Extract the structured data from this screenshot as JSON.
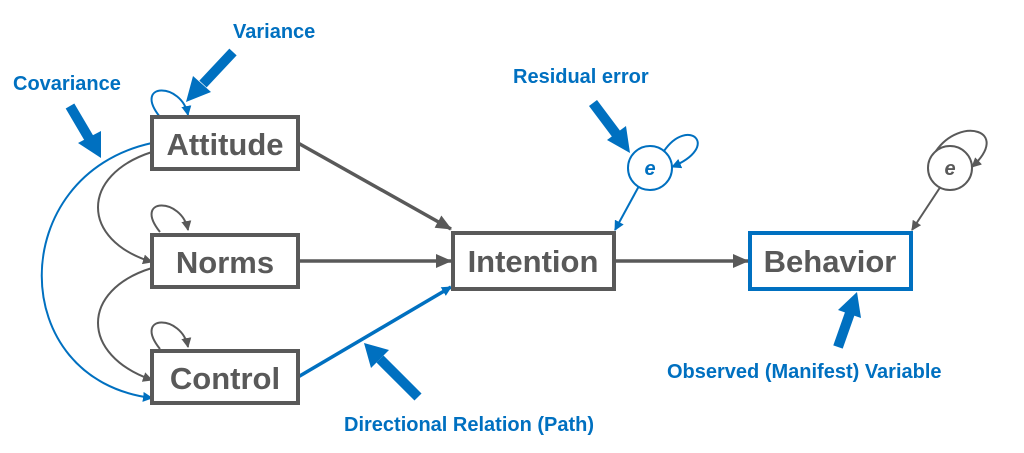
{
  "colors": {
    "gray": "#595959",
    "blue": "#0070c0",
    "box_stroke_gray": "#595959",
    "background": "#ffffff"
  },
  "nodes": {
    "attitude": "Attitude",
    "norms": "Norms",
    "control": "Control",
    "intention": "Intention",
    "behavior": "Behavior"
  },
  "errors": {
    "intention_error": "e",
    "behavior_error": "e"
  },
  "annotations": {
    "variance": "Variance",
    "covariance": "Covariance",
    "residual_error": "Residual error",
    "directional_relation": "Directional Relation (Path)",
    "observed_variable": "Observed (Manifest) Variable"
  }
}
